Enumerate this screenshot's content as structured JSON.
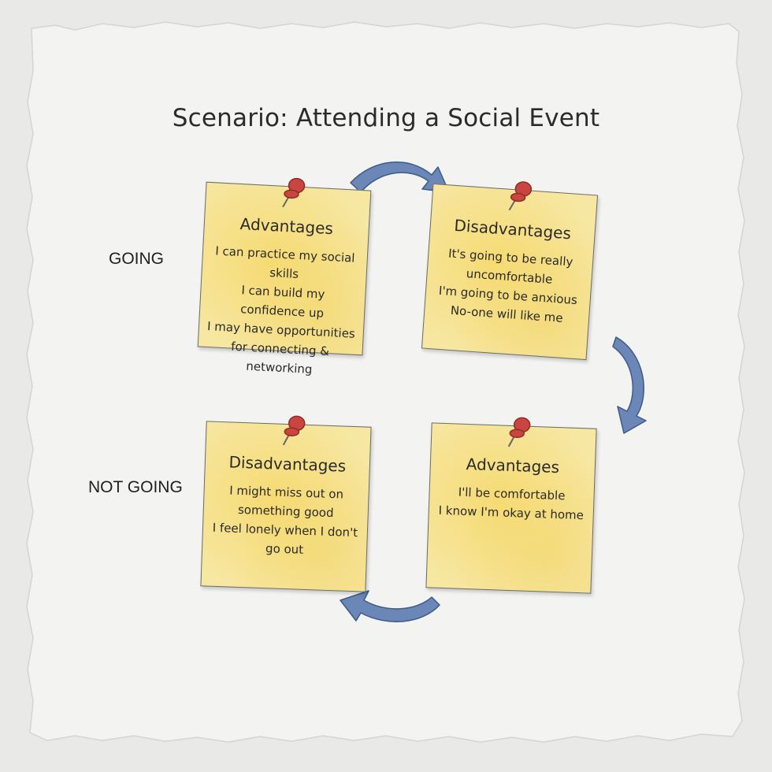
{
  "title": "Scenario: Attending a Social Event",
  "rows": {
    "going": "GOING",
    "not_going": "NOT GOING"
  },
  "notes": {
    "going_advantages": {
      "heading": "Advantages",
      "lines": [
        "I can practice my social skills",
        "I can build my confidence up",
        "I may have opportunities for connecting & networking"
      ]
    },
    "going_disadvantages": {
      "heading": "Disadvantages",
      "lines": [
        "It's going to be really uncomfortable",
        "I'm going to be anxious",
        "No-one will like me"
      ]
    },
    "not_going_disadvantages": {
      "heading": "Disadvantages",
      "lines": [
        "I might miss out on something good",
        "I feel lonely when I don't go out"
      ]
    },
    "not_going_advantages": {
      "heading": "Advantages",
      "lines": [
        "I'll be comfortable",
        "I know I'm okay at home"
      ]
    }
  },
  "colors": {
    "note_fill": "#f6e7a2",
    "pin": "#c8463f",
    "arrow": "#6a87b8",
    "paper": "#f3f3f1"
  }
}
